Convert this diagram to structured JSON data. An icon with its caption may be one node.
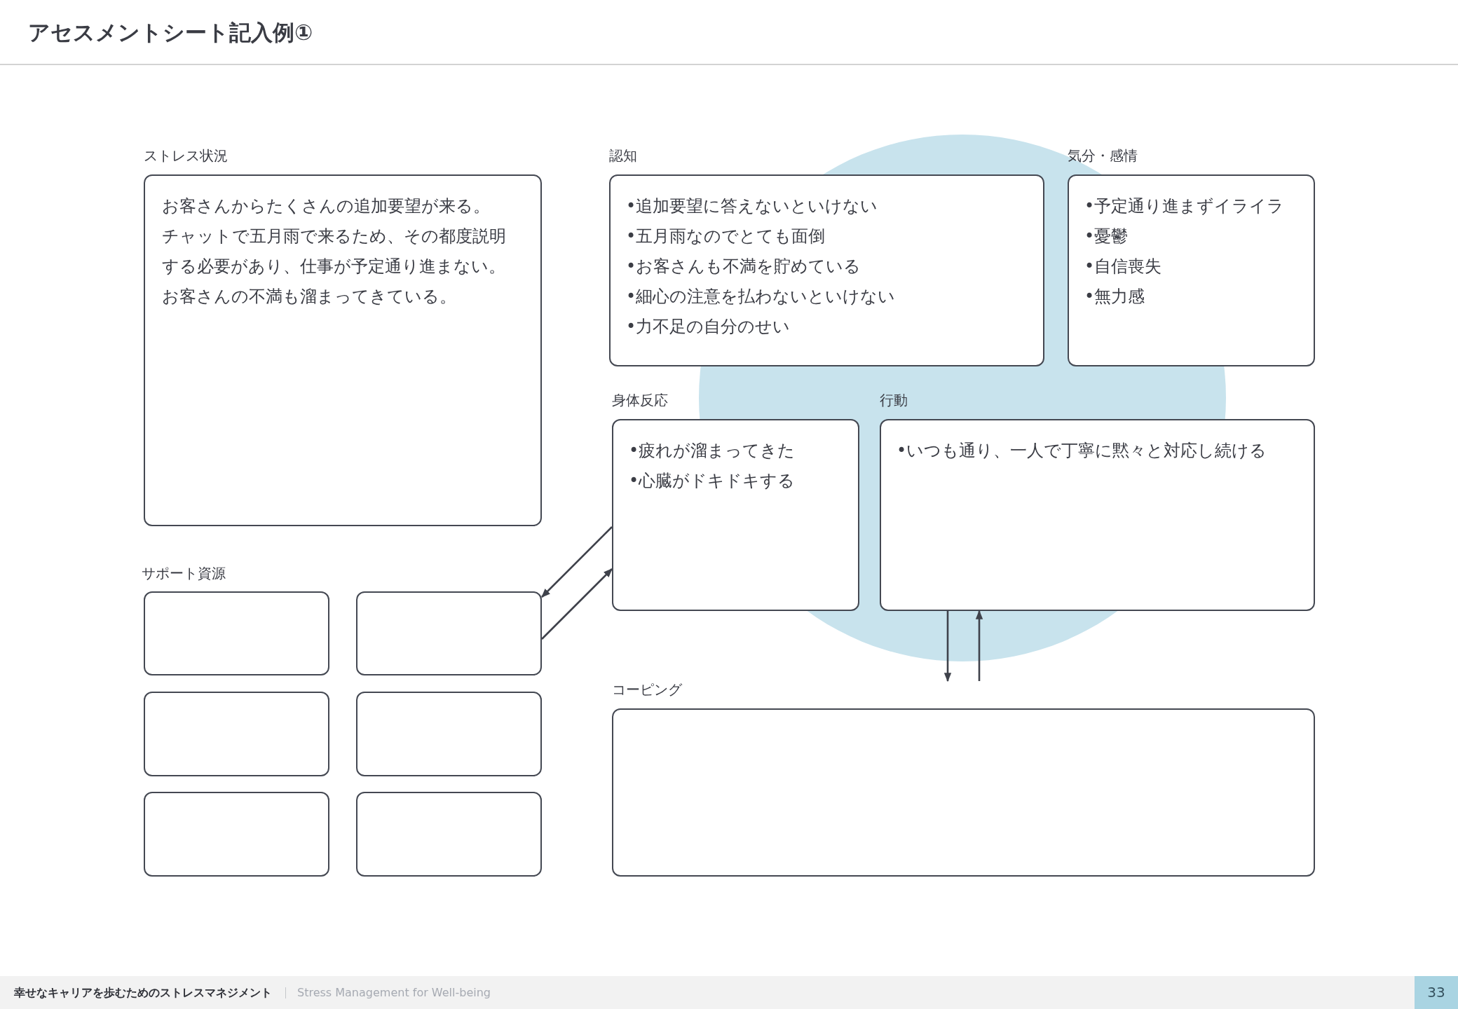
{
  "diagram": {
    "title": "アセスメントシート記入例①",
    "nodes": [
      {
        "text": [
          "ストレス状況",
          "お客さんからたくさんの追加要望が来る。",
          "チャットで五月雨で来るため、その都度説明する必要があり、仕事が予定通り進まない。お客さんの不満も溜まってきている。"
        ]
      },
      {
        "text": [
          "認知",
          "•追加要望に答えないといけない",
          "•五月雨なのでとても面倒",
          "•お客さんも不満を貯めている",
          "•細心の注意を払わないといけない",
          "•力不足の自分のせい"
        ]
      },
      {
        "text": [
          "気分・感情",
          "•予定通り進まずイライラ",
          "•憂鬱",
          "•自信喪失",
          "•無力感"
        ]
      },
      {
        "text": [
          "身体反応",
          "•疲れが溜まってきた",
          "•心臓がドキドキする"
        ]
      },
      {
        "text": [
          "行動",
          "•いつも通り、一人で丁寧に黙々と対応し続ける"
        ]
      },
      {
        "text": [],
        "shape": "box"
      },
      {
        "text": [],
        "shape": "box"
      },
      {
        "text": [],
        "shape": "box"
      },
      {
        "text": [],
        "shape": "box"
      },
      {
        "text": [],
        "shape": "box"
      },
      {
        "text": [],
        "shape": "box"
      },
      {
        "text": [
          "コーピング"
        ]
      }
    ],
    "edges": [
      {
        "from": 3,
        "to": 6,
        "arrow": "to"
      },
      {
        "from": 6,
        "to": 3,
        "arrow": "to"
      },
      {
        "from": 4,
        "to": 11,
        "arrow": "to"
      },
      {
        "from": 11,
        "to": 4,
        "arrow": "to"
      }
    ],
    "labels": [
      "サポート資源",
      "幸せなキャリアを歩むためのストレスマネジメント",
      "Stress Management for Well-being",
      "33"
    ]
  }
}
